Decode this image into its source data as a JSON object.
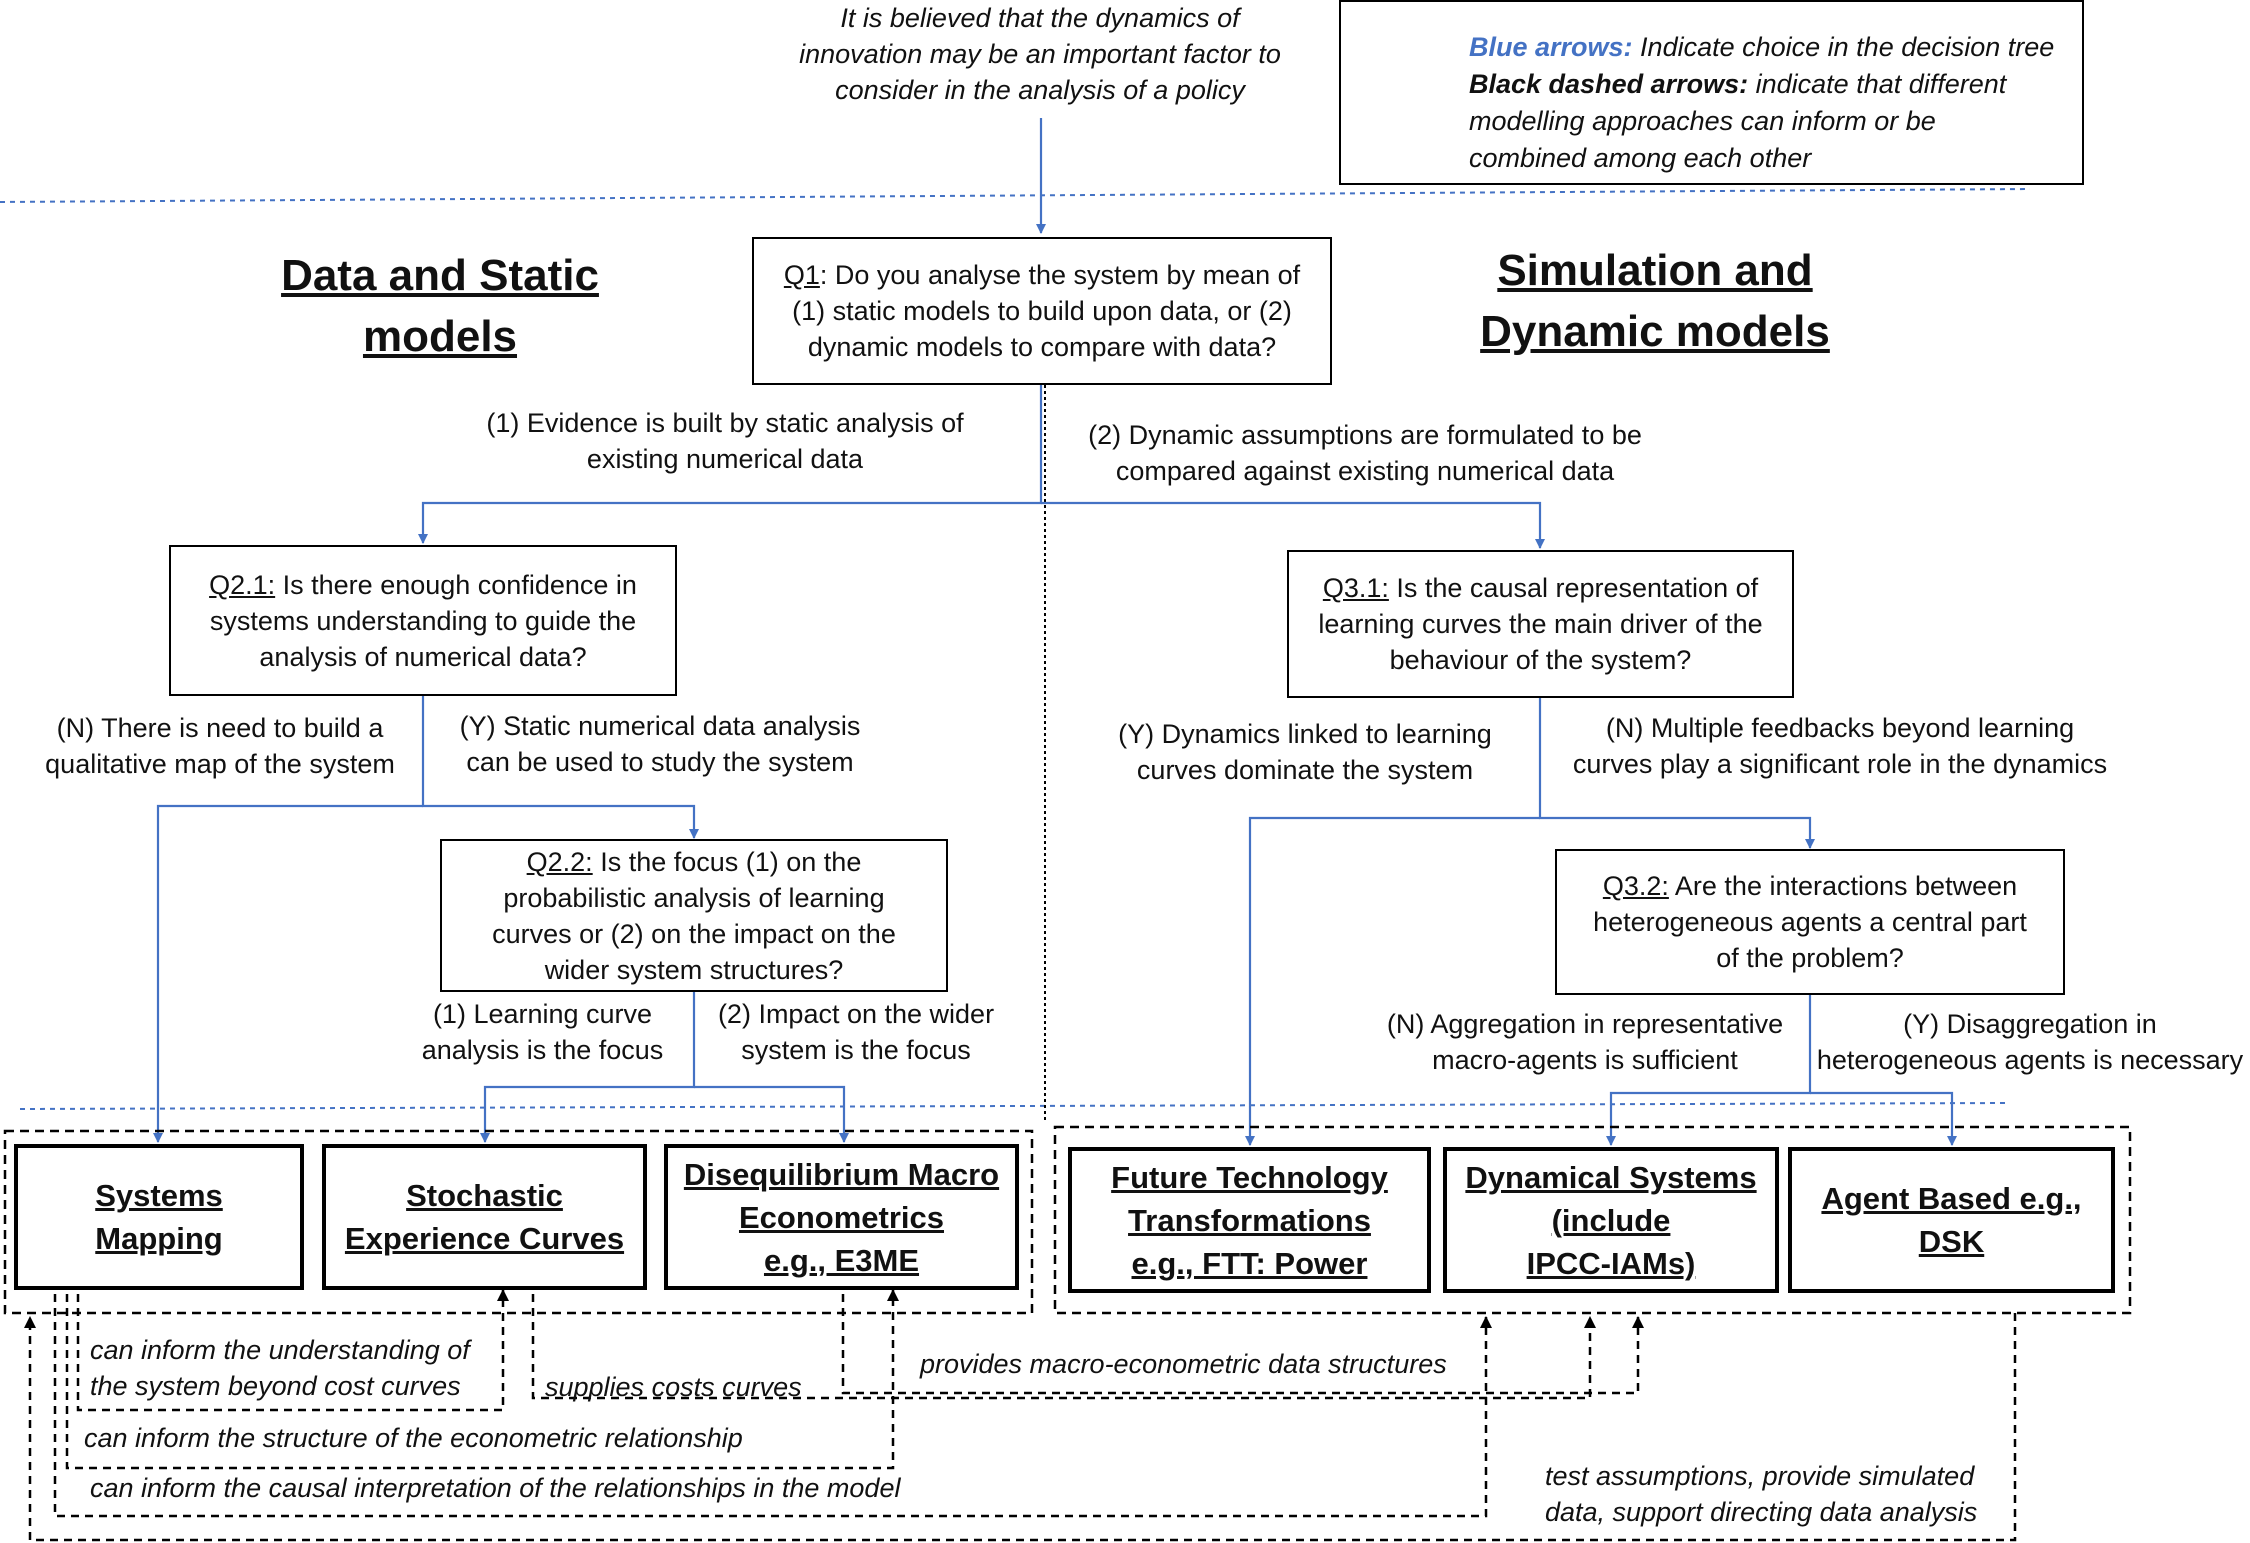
{
  "top_note": [
    "It is believed that the dynamics of",
    "innovation may be an important factor to",
    "consider in the analysis of a policy"
  ],
  "legend": {
    "blue_key": "Blue arrows:",
    "blue_desc": " Indicate choice in the decision tree",
    "black_key": "Black dashed arrows:",
    "black_desc_1": " indicate that different",
    "black_desc_2": "modelling approaches can inform or be",
    "black_desc_3": "combined among each other",
    "blue_color": "#4472C4",
    "black_color": "#000000"
  },
  "headings": {
    "left_1": "Data and Static",
    "left_2": "models",
    "right_1": "Simulation and",
    "right_2": "Dynamic models"
  },
  "q1": {
    "label": "Q1",
    "text_1": ": Do you analyse the system by mean of",
    "text_2": "(1) static models to build upon data, or (2)",
    "text_3": "dynamic models to compare with data?"
  },
  "branch_1": [
    "(1) Evidence is built by static analysis of",
    "existing numerical data"
  ],
  "branch_2": [
    "(2) Dynamic assumptions are formulated to be",
    "compared against existing numerical data"
  ],
  "q21": {
    "label": "Q2.1:",
    "text_1": " Is there enough confidence in",
    "text_2": "systems understanding to guide the",
    "text_3": "analysis of numerical data?"
  },
  "q21_n": [
    "(N) There is need to build a",
    "qualitative map of the system"
  ],
  "q21_y": [
    "(Y) Static numerical data analysis",
    "can be used to study the system"
  ],
  "q22": {
    "label": "Q2.2:",
    "text_1": " Is the focus (1) on the",
    "text_2": "probabilistic analysis of learning",
    "text_3": "curves or (2) on the impact on the",
    "text_4": "wider system structures?"
  },
  "q22_1": [
    "(1) Learning curve",
    "analysis is the focus"
  ],
  "q22_2": [
    "(2) Impact on the wider",
    "system is the focus"
  ],
  "q31": {
    "label": "Q3.1:",
    "text_1": " Is the causal representation of",
    "text_2": "learning curves the main driver of the",
    "text_3": "behaviour of the system?"
  },
  "q31_y": [
    "(Y) Dynamics linked to learning",
    "curves dominate the system"
  ],
  "q31_n": [
    "(N) Multiple feedbacks beyond learning",
    "curves play a significant role in the dynamics"
  ],
  "q32": {
    "label": "Q3.2:",
    "text_1": " Are the interactions between",
    "text_2": "heterogeneous agents a central part",
    "text_3": "of the problem?"
  },
  "q32_n": [
    "(N) Aggregation in representative",
    "macro-agents is sufficient"
  ],
  "q32_y": [
    "(Y) Disaggregation in",
    "heterogeneous agents is necessary"
  ],
  "outcomes": {
    "systems_mapping": [
      "Systems",
      "Mapping"
    ],
    "stochastic": [
      "Stochastic",
      "Experience Curves"
    ],
    "disequilibrium": [
      "Disequilibrium Macro",
      "Econometrics",
      "e.g., E3ME"
    ],
    "ftt": [
      "Future Technology",
      "Transformations",
      "e.g., FTT: Power"
    ],
    "dynamical": [
      "Dynamical Systems",
      "(include",
      "IPCC-IAMs)"
    ],
    "agent": [
      "Agent Based e.g.,",
      "DSK"
    ]
  },
  "dashed_labels": {
    "inform_understanding": [
      "can inform the understanding of",
      "the system beyond cost curves"
    ],
    "supplies": "supplies costs curves",
    "macro_structures": "provides macro-econometric data structures",
    "inform_structure": "can inform the structure of the econometric relationship",
    "inform_causal": "can inform the causal interpretation of the relationships in the model",
    "test_assumptions": [
      "test assumptions, provide simulated",
      "data, support directing data analysis"
    ]
  }
}
